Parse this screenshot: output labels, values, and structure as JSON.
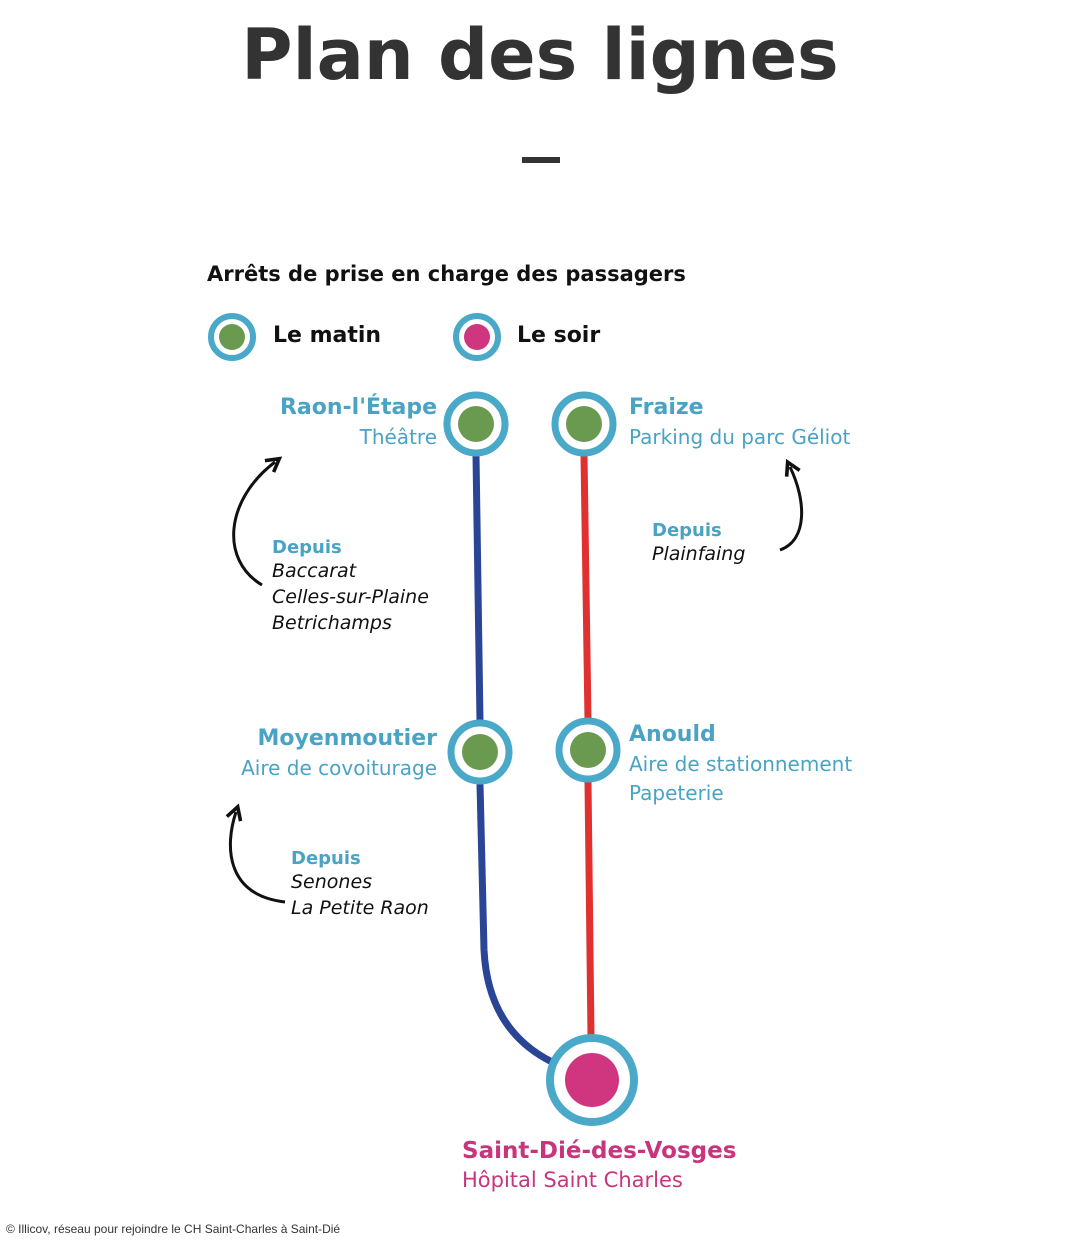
{
  "title": "Plan des lignes",
  "subtitle": "Arrêts de prise en charge des passagers",
  "legend": [
    {
      "label": "Le matin",
      "color": "#6a9a50"
    },
    {
      "label": "Le soir",
      "color": "#d0357f"
    }
  ],
  "colors": {
    "ring": "#4aa8c8",
    "line_left": "#2a4595",
    "line_right": "#e03030"
  },
  "stations": {
    "raon": {
      "name": "Raon-l'Étape",
      "stop": "Théâtre"
    },
    "fraize": {
      "name": "Fraize",
      "stop": "Parking du parc Géliot"
    },
    "moyenmoutier": {
      "name": "Moyenmoutier",
      "stop": "Aire de covoiturage"
    },
    "anould": {
      "name": "Anould",
      "stop_line1": "Aire de stationnement",
      "stop_line2": "Papeterie"
    },
    "saint_die": {
      "name": "Saint-Dié-des-Vosges",
      "stop": "Hôpital Saint Charles"
    }
  },
  "origins": {
    "raon": {
      "label": "Depuis",
      "places": [
        "Baccarat",
        "Celles-sur-Plaine",
        "Betrichamps"
      ]
    },
    "fraize": {
      "label": "Depuis",
      "places": [
        "Plainfaing"
      ]
    },
    "moyenmoutier": {
      "label": "Depuis",
      "places": [
        "Senones",
        "La Petite Raon"
      ]
    }
  },
  "credit": "© Illicov, réseau pour rejoindre le CH Saint-Charles à Saint-Dié"
}
